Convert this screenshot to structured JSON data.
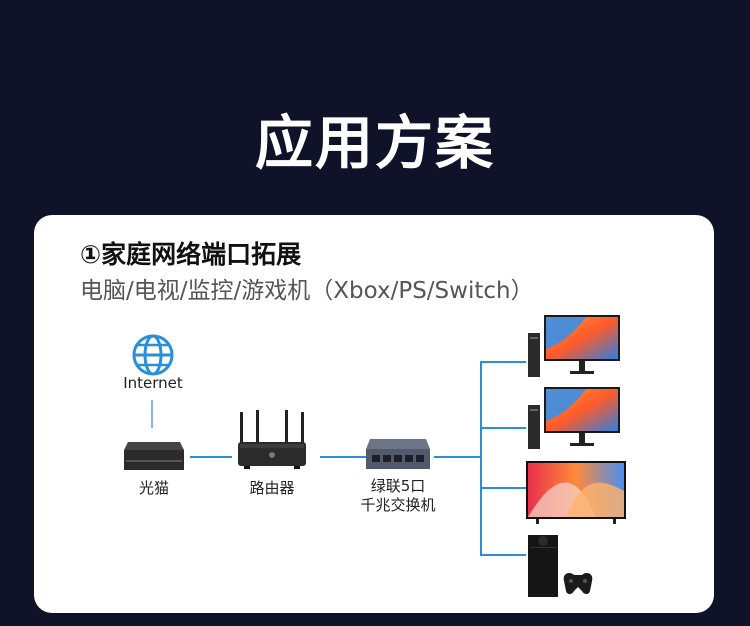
{
  "page": {
    "title": "应用方案"
  },
  "card": {
    "title": "①家庭网络端口拓展",
    "subtitle": "电脑/电视/监控/游戏机（Xbox/PS/Switch）"
  },
  "nodes": {
    "internet": {
      "label": "Internet",
      "icon": "globe-icon"
    },
    "modem": {
      "label": "光猫"
    },
    "router": {
      "label": "路由器"
    },
    "switch": {
      "label_line1": "绿联5口",
      "label_line2": "千兆交换机"
    }
  },
  "devices": [
    "desktop-pc-1",
    "desktop-pc-2",
    "smart-tv",
    "game-console"
  ],
  "colors": {
    "background": "#0f1228",
    "card": "#ffffff",
    "line": "#2a8fd6"
  }
}
